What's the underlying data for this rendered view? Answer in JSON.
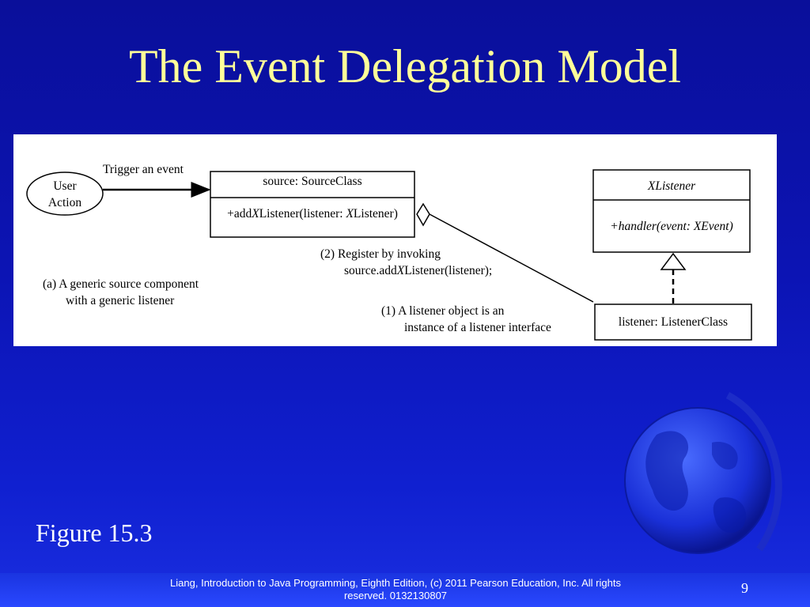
{
  "slide": {
    "title": "The Event Delegation Model",
    "figure_label": "Figure 15.3",
    "footer_text": "Liang, Introduction to Java Programming, Eighth Edition, (c) 2011 Pearson Education, Inc. All rights reserved. 0132130807",
    "page_number": "9"
  },
  "diagram": {
    "user_action": [
      "User",
      "Action"
    ],
    "trigger_label": "Trigger an event",
    "source_class": {
      "name": "source: SourceClass",
      "method_prefix": "+add",
      "method_x": "X",
      "method_mid": "Listener(listener: ",
      "method_x2": "X",
      "method_suffix": "Listener)"
    },
    "listener_interface": {
      "name": "XListener",
      "method": "+handler(event: XEvent)"
    },
    "listener_class": "listener: ListenerClass",
    "note_register": {
      "line1": "(2) Register by invoking",
      "line2_prefix": "source.add",
      "line2_x": "X",
      "line2_suffix": "Listener(listener);"
    },
    "note_generic": [
      "(a) A generic source component",
      "with a generic listener"
    ],
    "note_instance": [
      "(1) A listener object is an",
      "instance of a listener interface"
    ]
  }
}
